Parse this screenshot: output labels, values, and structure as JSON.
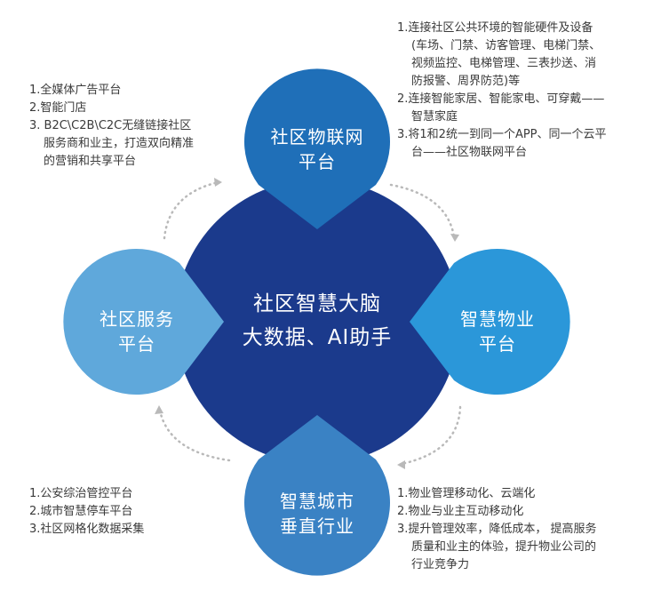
{
  "center": {
    "line1": "社区智慧大脑",
    "line2": "大数据、AI助手"
  },
  "nodes": {
    "iot": {
      "line1": "社区物联网",
      "line2": "平台",
      "color": "#1f6fb8"
    },
    "property": {
      "line1": "智慧物业",
      "line2": "平台",
      "color": "#2b97d9"
    },
    "city": {
      "line1": "智慧城市",
      "line2": "垂直行业",
      "color": "#3a82c4"
    },
    "service": {
      "line1": "社区服务",
      "line2": "平台",
      "color": "#5fa8db"
    }
  },
  "center_color": "#1b3a8c",
  "notes": {
    "top_left": [
      "1.全媒体广告平台",
      "2.智能门店",
      "3. B2C\\C2B\\C2C无缝链接社区",
      "服务商和业主，打造双向精准",
      "的营销和共享平台"
    ],
    "top_right": [
      "1.连接社区公共环境的智能硬件及设备",
      "(车场、门禁、访客管理、电梯门禁、",
      "视频监控、电梯管理、三表抄送、消",
      "防报警、周界防范)等",
      "2.连接智能家居、智能家电、可穿戴——",
      "智慧家庭",
      "3.将1和2统一到同一个APP、同一个云平",
      "台——社区物联网平台"
    ],
    "bottom_left": [
      "1.公安综治管控平台",
      "2.城市智慧停车平台",
      "3.社区网格化数据采集"
    ],
    "bottom_right": [
      "1.物业管理移动化、云端化",
      "2.物业与业主互动移动化",
      "3.提升管理效率，降低成本， 提高服务",
      "质量和业主的体验，提升物业公司的",
      "行业竞争力"
    ]
  }
}
